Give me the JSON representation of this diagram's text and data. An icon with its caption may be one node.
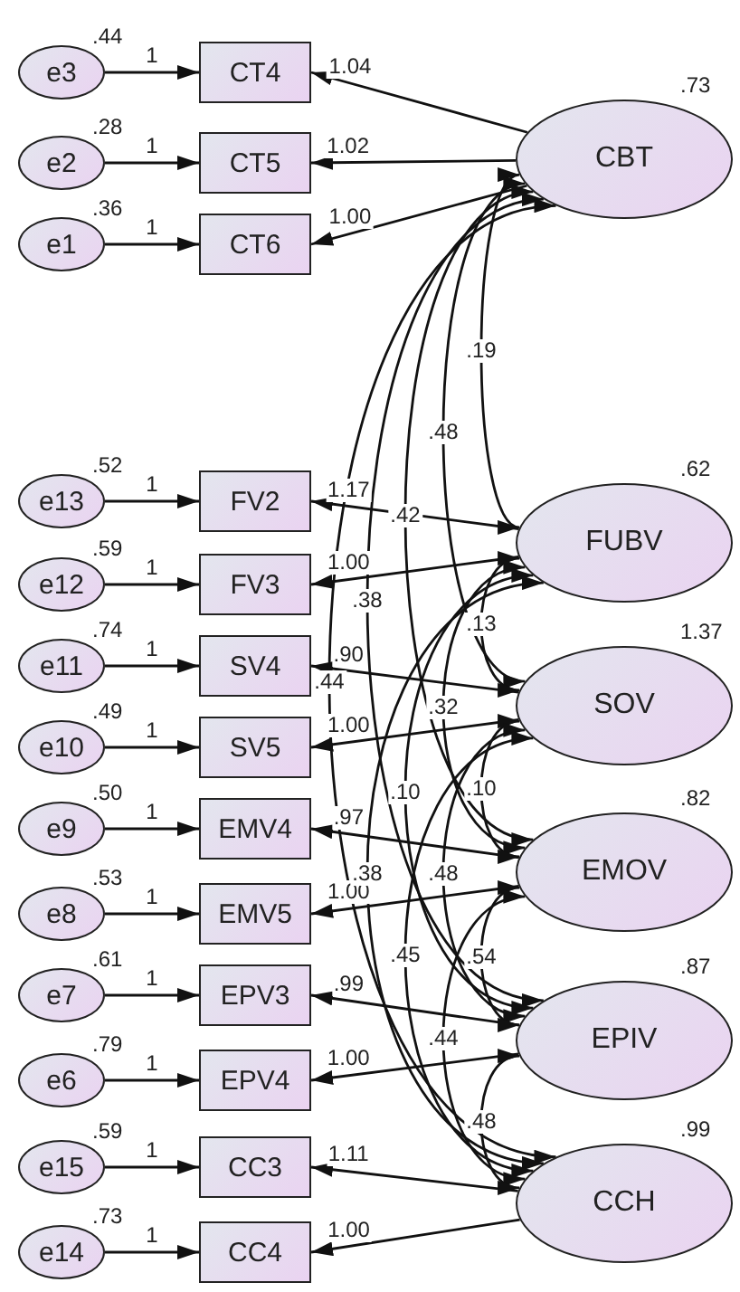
{
  "diagram": {
    "nodes": [
      {
        "text": [
          "e3"
        ],
        "beside": [
          ".44"
        ]
      },
      {
        "text": [
          "CT4"
        ]
      },
      {
        "text": [
          "CBT"
        ],
        "beside": [
          ".73"
        ]
      },
      {
        "text": [
          "e2"
        ],
        "beside": [
          ".28"
        ]
      },
      {
        "text": [
          "CT5"
        ]
      },
      {
        "text": [
          "e1"
        ],
        "beside": [
          ".36"
        ]
      },
      {
        "text": [
          "CT6"
        ]
      },
      {
        "text": [
          "e13"
        ],
        "beside": [
          ".52"
        ]
      },
      {
        "text": [
          "FV2"
        ]
      },
      {
        "text": [
          "FUBV"
        ],
        "beside": [
          ".62"
        ]
      },
      {
        "text": [
          "e12"
        ],
        "beside": [
          ".59"
        ]
      },
      {
        "text": [
          "FV3"
        ]
      },
      {
        "text": [
          "e11"
        ],
        "beside": [
          ".74"
        ]
      },
      {
        "text": [
          "SV4"
        ]
      },
      {
        "text": [
          "SOV"
        ],
        "beside": [
          "1.37"
        ]
      },
      {
        "text": [
          "e10"
        ],
        "beside": [
          ".49"
        ]
      },
      {
        "text": [
          "SV5"
        ]
      },
      {
        "text": [
          "e9"
        ],
        "beside": [
          ".50"
        ]
      },
      {
        "text": [
          "EMV4"
        ]
      },
      {
        "text": [
          "EMOV"
        ],
        "beside": [
          ".82"
        ]
      },
      {
        "text": [
          "e8"
        ],
        "beside": [
          ".53"
        ]
      },
      {
        "text": [
          "EMV5"
        ]
      },
      {
        "text": [
          "e7"
        ],
        "beside": [
          ".61"
        ]
      },
      {
        "text": [
          "EPV3"
        ]
      },
      {
        "text": [
          "EPIV"
        ],
        "beside": [
          ".87"
        ]
      },
      {
        "text": [
          "e6"
        ],
        "beside": [
          ".79"
        ]
      },
      {
        "text": [
          "EPV4"
        ]
      },
      {
        "text": [
          "e15"
        ],
        "beside": [
          ".59"
        ]
      },
      {
        "text": [
          "CC3"
        ]
      },
      {
        "text": [
          "CCH"
        ],
        "beside": [
          ".99"
        ]
      },
      {
        "text": [
          "e14"
        ],
        "beside": [
          ".73"
        ]
      },
      {
        "text": [
          "CC4"
        ]
      }
    ],
    "edges": [
      {
        "from": 0,
        "to": 1,
        "arrow": "to",
        "label": "1"
      },
      {
        "from": 3,
        "to": 4,
        "arrow": "to",
        "label": "1"
      },
      {
        "from": 5,
        "to": 6,
        "arrow": "to",
        "label": "1"
      },
      {
        "from": 7,
        "to": 8,
        "arrow": "to",
        "label": "1"
      },
      {
        "from": 10,
        "to": 11,
        "arrow": "to",
        "label": "1"
      },
      {
        "from": 12,
        "to": 13,
        "arrow": "to",
        "label": "1"
      },
      {
        "from": 15,
        "to": 16,
        "arrow": "to",
        "label": "1"
      },
      {
        "from": 17,
        "to": 18,
        "arrow": "to",
        "label": "1"
      },
      {
        "from": 20,
        "to": 21,
        "arrow": "to",
        "label": "1"
      },
      {
        "from": 22,
        "to": 23,
        "arrow": "to",
        "label": "1"
      },
      {
        "from": 25,
        "to": 26,
        "arrow": "to",
        "label": "1"
      },
      {
        "from": 27,
        "to": 28,
        "arrow": "to",
        "label": "1"
      },
      {
        "from": 30,
        "to": 31,
        "arrow": "to",
        "label": "1"
      },
      {
        "from": 2,
        "to": 1,
        "arrow": "to",
        "label": "1.04"
      },
      {
        "from": 2,
        "to": 4,
        "arrow": "to",
        "label": "1.02"
      },
      {
        "from": 2,
        "to": 6,
        "arrow": "to",
        "label": "1.00"
      },
      {
        "from": 9,
        "to": 8,
        "arrow": "to",
        "label": "1.17"
      },
      {
        "from": 9,
        "to": 11,
        "arrow": "to",
        "label": "1.00"
      },
      {
        "from": 14,
        "to": 13,
        "arrow": "to",
        "label": ".90"
      },
      {
        "from": 14,
        "to": 16,
        "arrow": "to",
        "label": "1.00"
      },
      {
        "from": 19,
        "to": 18,
        "arrow": "to",
        "label": ".97"
      },
      {
        "from": 19,
        "to": 21,
        "arrow": "to",
        "label": "1.00"
      },
      {
        "from": 24,
        "to": 23,
        "arrow": "to",
        "label": ".99"
      },
      {
        "from": 24,
        "to": 26,
        "arrow": "to",
        "label": "1.00"
      },
      {
        "from": 29,
        "to": 28,
        "arrow": "to",
        "label": "1.11"
      },
      {
        "from": 29,
        "to": 31,
        "arrow": "to",
        "label": "1.00"
      },
      {
        "from": 2,
        "to": 9,
        "arrow": "both"
      },
      {
        "from": 2,
        "to": 14,
        "arrow": "both"
      },
      {
        "from": 2,
        "to": 19,
        "arrow": "both"
      },
      {
        "from": 2,
        "to": 24,
        "arrow": "both"
      },
      {
        "from": 2,
        "to": 29,
        "arrow": "both"
      },
      {
        "from": 9,
        "to": 14,
        "arrow": "both"
      },
      {
        "from": 9,
        "to": 19,
        "arrow": "both"
      },
      {
        "from": 9,
        "to": 24,
        "arrow": "both"
      },
      {
        "from": 9,
        "to": 29,
        "arrow": "both"
      },
      {
        "from": 14,
        "to": 19,
        "arrow": "both"
      },
      {
        "from": 14,
        "to": 24,
        "arrow": "both"
      },
      {
        "from": 14,
        "to": 29,
        "arrow": "both"
      },
      {
        "from": 19,
        "to": 24,
        "arrow": "both"
      },
      {
        "from": 19,
        "to": 29,
        "arrow": "both"
      },
      {
        "from": 24,
        "to": 29,
        "arrow": "both"
      }
    ],
    "labels": [
      ".19",
      ".48",
      ".42",
      ".38",
      ".44",
      ".13",
      ".32",
      ".10",
      ".38",
      ".10",
      ".48",
      ".45",
      ".54",
      ".44",
      ".48"
    ]
  }
}
